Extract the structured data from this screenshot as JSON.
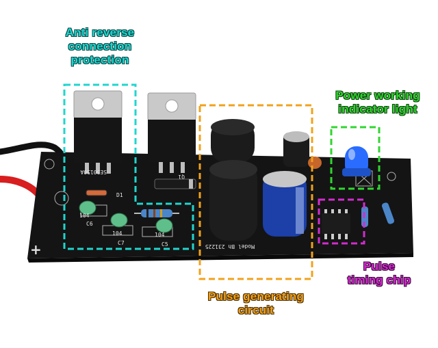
{
  "annotations": {
    "anti_reverse": {
      "lines": [
        "Anti reverse",
        "connection",
        "protection"
      ],
      "color": "#1fd6cf"
    },
    "power_indicator": {
      "lines": [
        "Power working",
        "indicator light"
      ],
      "color": "#2fd62f"
    },
    "pulse_generating": {
      "lines": [
        "Pulse generating",
        "circuit"
      ],
      "color": "#f2a11a"
    },
    "pulse_timing": {
      "lines": [
        "Pulse",
        "timing chip"
      ],
      "color": "#d42bd0"
    }
  },
  "board_markings": {
    "model": "Model Bh 231225",
    "mosfet_left": "SE30150A",
    "cap_c6": "C6",
    "cap_c7": "C7",
    "cap_c5": "C5",
    "cap_104_a": "104",
    "cap_104_b": "104",
    "cap_104_c": "104",
    "diode_d1": "D1",
    "q1": "Q1",
    "plus_sign": "+"
  },
  "colors": {
    "pcb": "#141414",
    "wire_red": "#d81e1e",
    "wire_black": "#111111",
    "heatsink": "#c9c9c9",
    "electrolytic_blue": "#1c3fa8",
    "led_blue": "#2a6cff"
  }
}
